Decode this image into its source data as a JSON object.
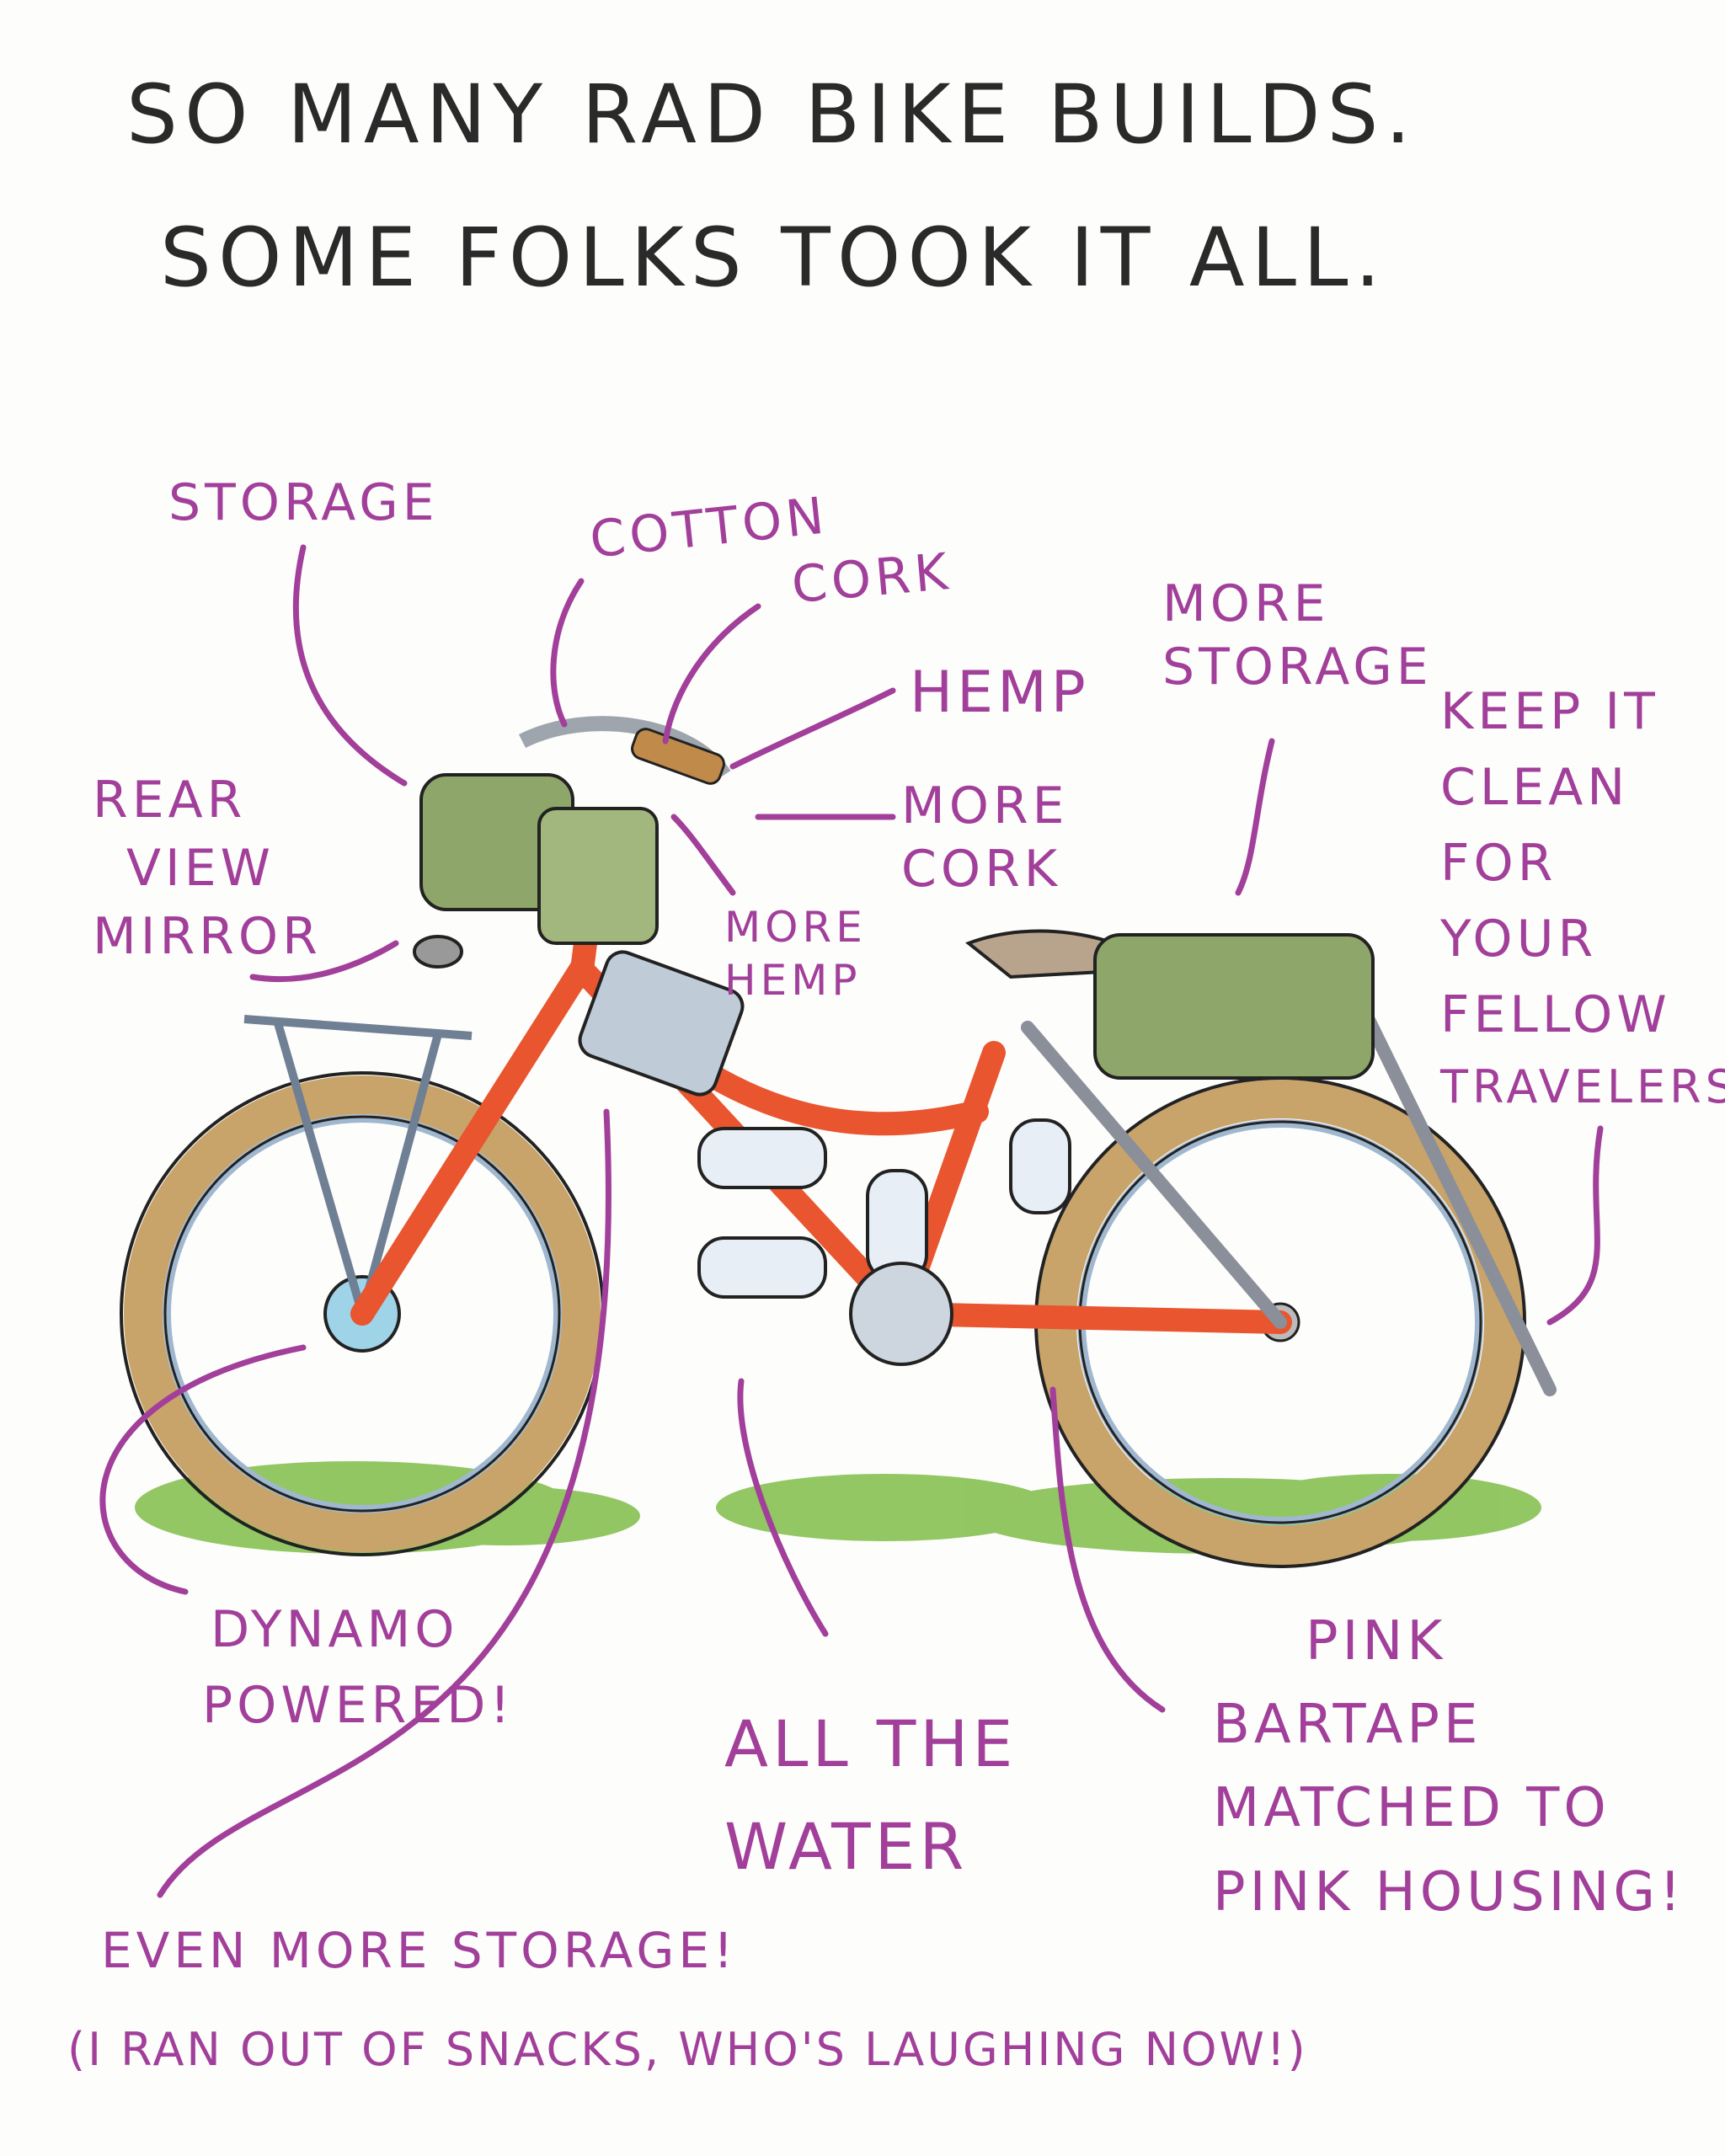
{
  "title": {
    "line1": "So many rad bike builds.",
    "line2": "Some folks took it all."
  },
  "annotations": {
    "storage": "STORAGE",
    "cotton": "COTTON",
    "cork": "CORK",
    "hemp": "HEMP",
    "more_storage": [
      "MORE",
      "STORAGE"
    ],
    "keep_clean": [
      "KEEP IT",
      "CLEAN",
      "FOR",
      "YOUR",
      "FELLOW",
      "TRAVELERS"
    ],
    "rear_view": [
      "REAR",
      "VIEW",
      "MIRROR"
    ],
    "more_cork": [
      "MORE",
      "CORK"
    ],
    "more_hemp": [
      "MORE",
      "HEMP"
    ],
    "dynamo": [
      "DYNAMO",
      "POWERED!"
    ],
    "all_water": [
      "ALL THE",
      "WATER"
    ],
    "pink_bartape": [
      "PINK",
      "BARTAPE",
      "MATCHED TO",
      "PINK HOUSING!"
    ],
    "even_more": "EVEN MORE STORAGE!",
    "snacks": "(I RAN OUT OF SNACKS, WHO'S LAUGHING NOW!)"
  },
  "colors": {
    "annotation": "#a13f9a",
    "frame": "#e8552e",
    "bags": "#8ea66a",
    "tires": "#c9a46a",
    "grass": "#7fbf4a"
  }
}
